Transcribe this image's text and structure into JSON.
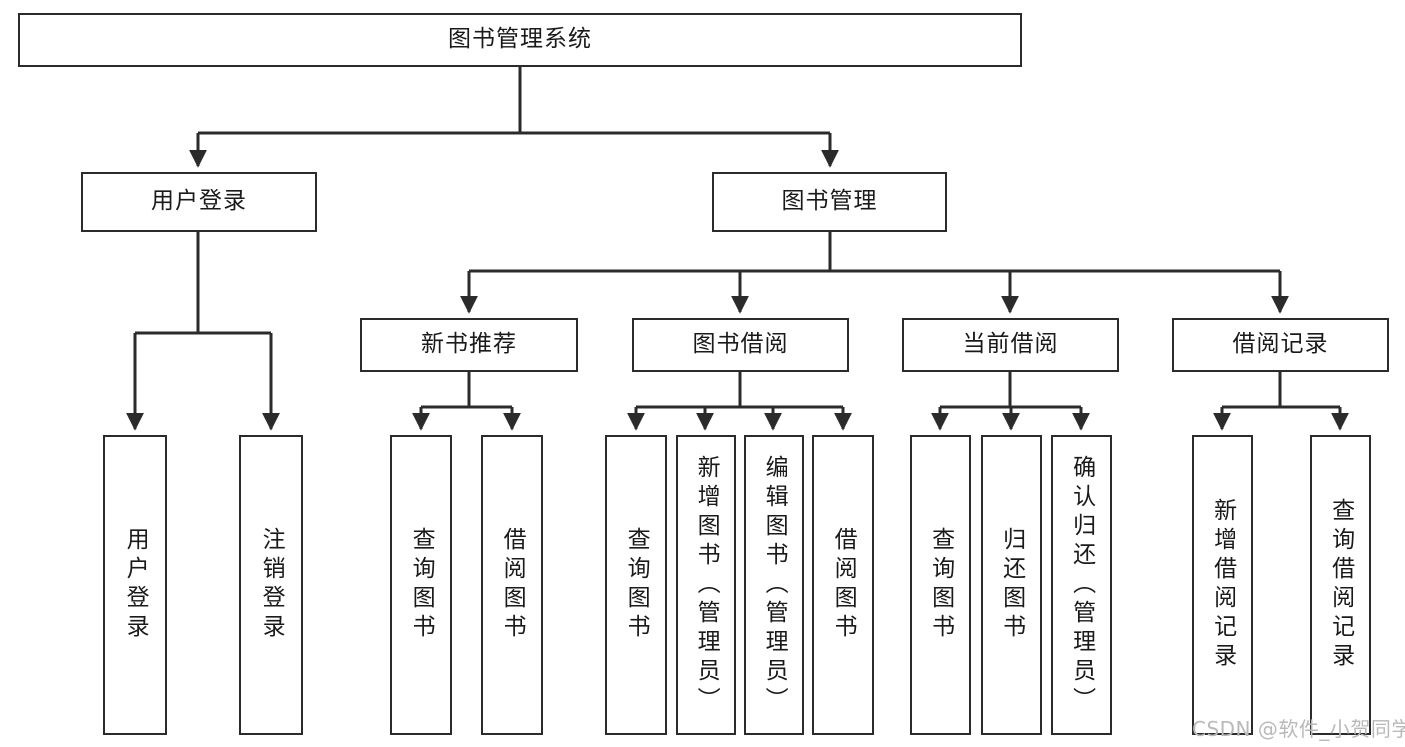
{
  "diagram": {
    "type": "tree-hierarchy",
    "title": "图书管理系统",
    "root": {
      "label": "图书管理系统"
    },
    "level2": [
      {
        "id": "user-login",
        "label": "用户登录"
      },
      {
        "id": "book-management",
        "label": "图书管理"
      }
    ],
    "level3": [
      {
        "id": "new-book-recommend",
        "label": "新书推荐"
      },
      {
        "id": "book-borrow",
        "label": "图书借阅"
      },
      {
        "id": "current-borrow",
        "label": "当前借阅"
      },
      {
        "id": "borrow-record",
        "label": "借阅记录"
      }
    ],
    "leaves": {
      "user_login": [
        {
          "id": "leaf-user-login",
          "label": "用户登录"
        },
        {
          "id": "leaf-logout-login",
          "label": "注销登录"
        }
      ],
      "new_book_recommend": [
        {
          "id": "leaf-query-book-1",
          "label": "查询图书"
        },
        {
          "id": "leaf-borrow-book-1",
          "label": "借阅图书"
        }
      ],
      "book_borrow": [
        {
          "id": "leaf-query-book-2",
          "label": "查询图书"
        },
        {
          "id": "leaf-add-book",
          "label": "新增图书（管理员）"
        },
        {
          "id": "leaf-edit-book",
          "label": "编辑图书（管理员）"
        },
        {
          "id": "leaf-borrow-book-2",
          "label": "借阅图书"
        }
      ],
      "current_borrow": [
        {
          "id": "leaf-query-book-3",
          "label": "查询图书"
        },
        {
          "id": "leaf-return-book",
          "label": "归还图书"
        },
        {
          "id": "leaf-confirm-return",
          "label": "确认归还（管理员）"
        }
      ],
      "borrow_record": [
        {
          "id": "leaf-add-record",
          "label": "新增借阅记录"
        },
        {
          "id": "leaf-query-record",
          "label": "查询借阅记录"
        }
      ]
    }
  },
  "watermark": {
    "text": "CSDN @软件_小贺同学"
  },
  "colors": {
    "stroke": "#2b2b2b",
    "fill": "#ffffff",
    "text": "#1a1a1a",
    "watermark": "#b9b9b9"
  }
}
